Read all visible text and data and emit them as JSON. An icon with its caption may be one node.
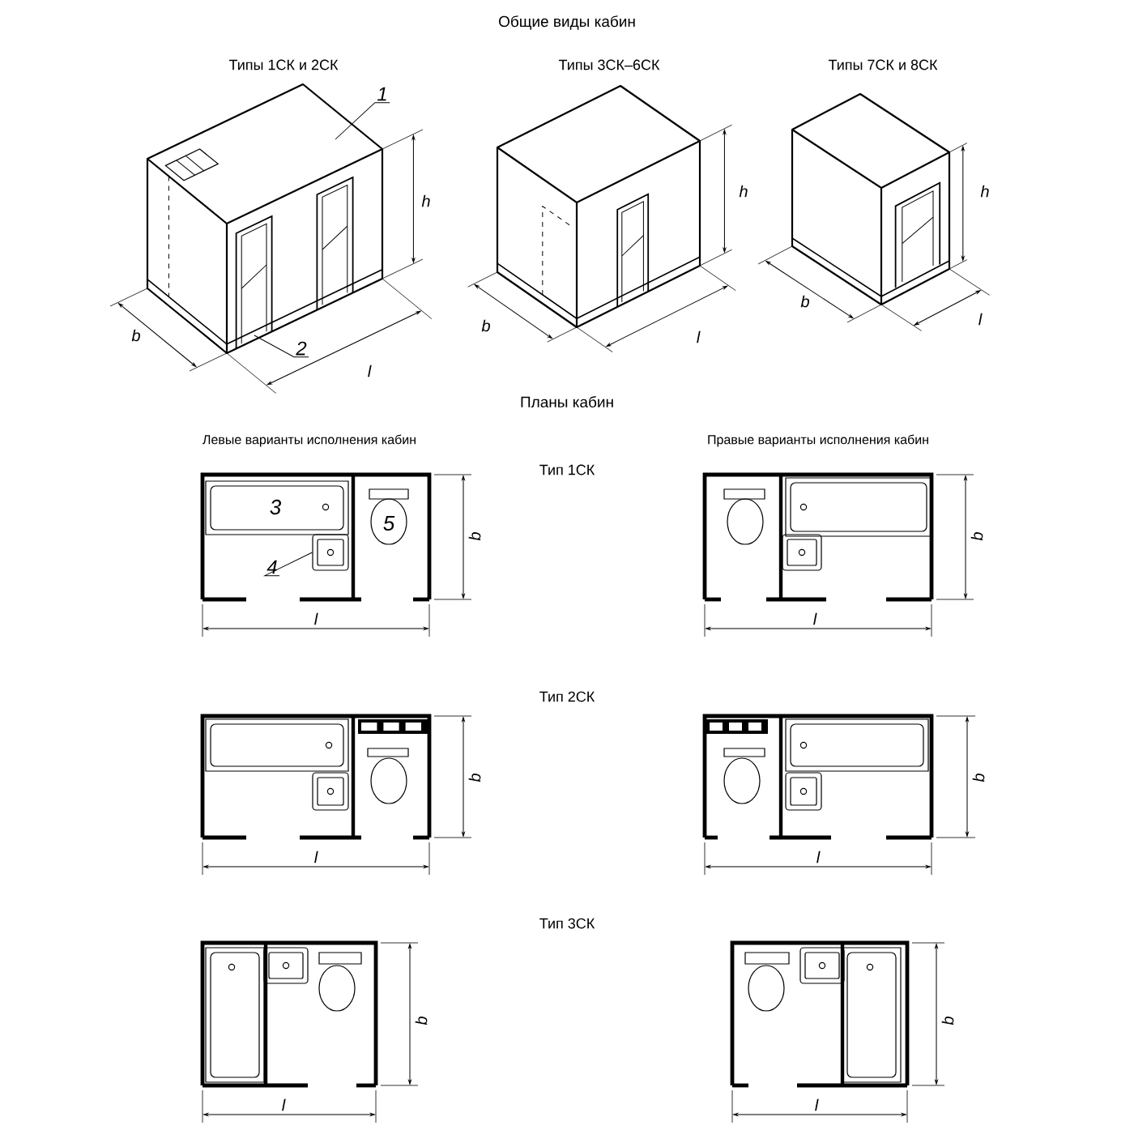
{
  "diagram": {
    "title": "Общие виды кабин",
    "nodes": [
      {
        "text": [
          "1"
        ]
      },
      {
        "text": [
          "2"
        ]
      },
      {
        "text": [
          "4"
        ]
      },
      {
        "text": [],
        "shape": "box"
      }
    ],
    "edges": [
      {
        "from": 0,
        "to": null,
        "arrow": "none"
      },
      {
        "from": 1,
        "to": null,
        "arrow": "none"
      },
      {
        "from": 2,
        "to": 3,
        "arrow": "none"
      }
    ],
    "labels": [
      "Типы 1СК и 2СК",
      "Типы 3СК–6СК",
      "Типы 7СК и 8СК",
      "h",
      "b",
      "l",
      "h",
      "b",
      "l",
      "h",
      "b",
      "l",
      "Планы кабин",
      "Левые варианты исполнения кабин",
      "Правые варианты исполнения кабин",
      "Тип 1СК",
      "3",
      "5",
      "b",
      "l",
      "b",
      "l",
      "Тип 2СК",
      "b",
      "l",
      "b",
      "l",
      "Тип 3СК",
      "b",
      "l",
      "b",
      "l"
    ]
  }
}
